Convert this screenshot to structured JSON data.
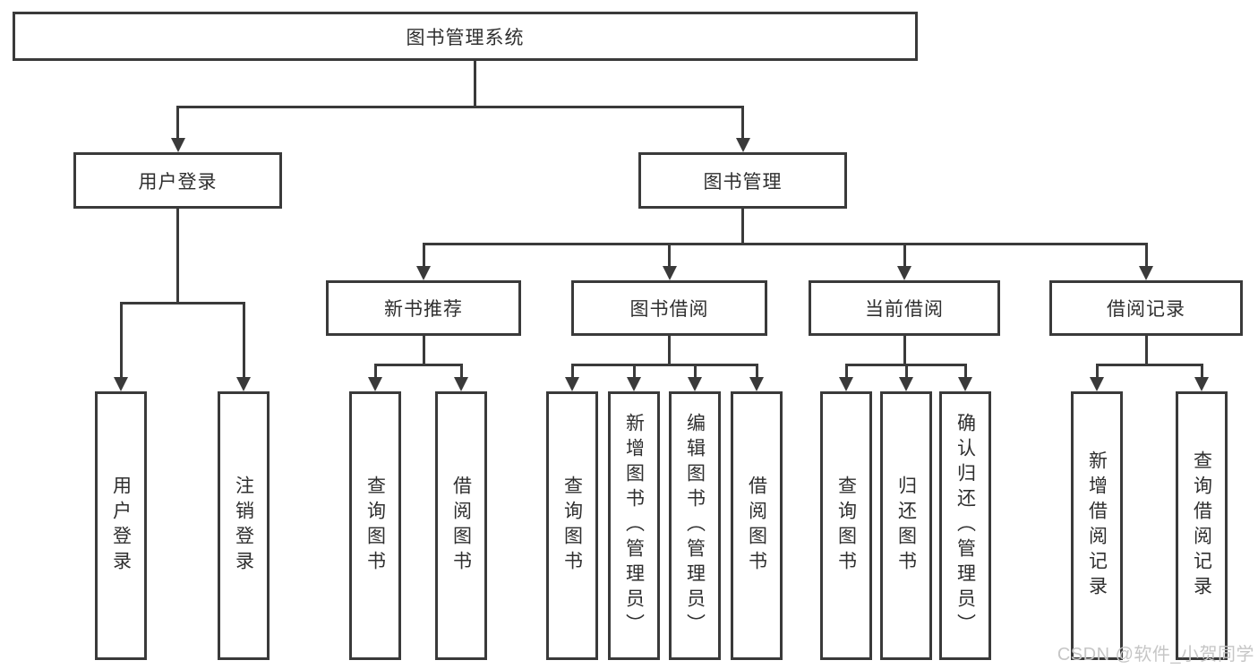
{
  "diagram": {
    "title": "图书管理系统",
    "tree": {
      "label": "图书管理系统",
      "children": [
        {
          "label": "用户登录",
          "children": [
            {
              "label": "用户登录"
            },
            {
              "label": "注销登录"
            }
          ]
        },
        {
          "label": "图书管理",
          "children": [
            {
              "label": "新书推荐",
              "children": [
                {
                  "label": "查询图书"
                },
                {
                  "label": "借阅图书"
                }
              ]
            },
            {
              "label": "图书借阅",
              "children": [
                {
                  "label": "查询图书"
                },
                {
                  "label": "新增图书（管理员）"
                },
                {
                  "label": "编辑图书（管理员）"
                },
                {
                  "label": "借阅图书"
                }
              ]
            },
            {
              "label": "当前借阅",
              "children": [
                {
                  "label": "查询图书"
                },
                {
                  "label": "归还图书"
                },
                {
                  "label": "确认归还（管理员）"
                }
              ]
            },
            {
              "label": "借阅记录",
              "children": [
                {
                  "label": "新增借阅记录"
                },
                {
                  "label": "查询借阅记录"
                }
              ]
            }
          ]
        }
      ]
    }
  },
  "watermark": {
    "text": "CSDN @软件_小贺同学"
  },
  "colors": {
    "line": "#3a3a3a",
    "text": "#2f2f2f",
    "background": "#ffffff",
    "watermark": "#c6c6c6"
  }
}
